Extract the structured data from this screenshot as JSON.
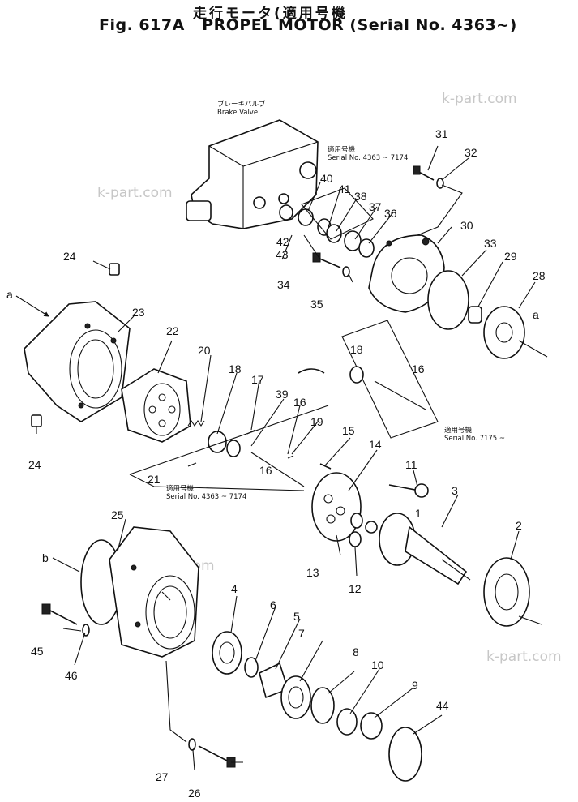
{
  "title": {
    "jp": "走行モータ(適用号機",
    "fig": "Fig. 617A",
    "name": "PROPEL MOTOR",
    "serial": "(Serial No. 4363~)"
  },
  "watermarks": [
    "k-part.com",
    "k-part.com",
    "k-part.com",
    "k-part.com"
  ],
  "brake_valve": {
    "jp": "ブレーキバルブ",
    "en": "Brake Valve"
  },
  "notes": {
    "n1": {
      "jp": "適用号機",
      "en": "Serial No. 4363 ~ 7174"
    },
    "n2": {
      "jp": "適用号機",
      "en": "Serial No. 7175 ~"
    },
    "n3": {
      "jp": "適用号機",
      "en": "Serial No. 4363 ~ 7174"
    }
  },
  "callouts": [
    "1",
    "2",
    "3",
    "4",
    "5",
    "6",
    "7",
    "8",
    "9",
    "10",
    "11",
    "12",
    "13",
    "14",
    "15",
    "16",
    "16",
    "16",
    "17",
    "18",
    "18",
    "19",
    "20",
    "21",
    "22",
    "23",
    "24",
    "24",
    "25",
    "26",
    "27",
    "28",
    "29",
    "30",
    "31",
    "32",
    "33",
    "34",
    "35",
    "36",
    "37",
    "38",
    "39",
    "40",
    "41",
    "42",
    "43",
    "44",
    "45",
    "46",
    "a",
    "a",
    "b"
  ]
}
